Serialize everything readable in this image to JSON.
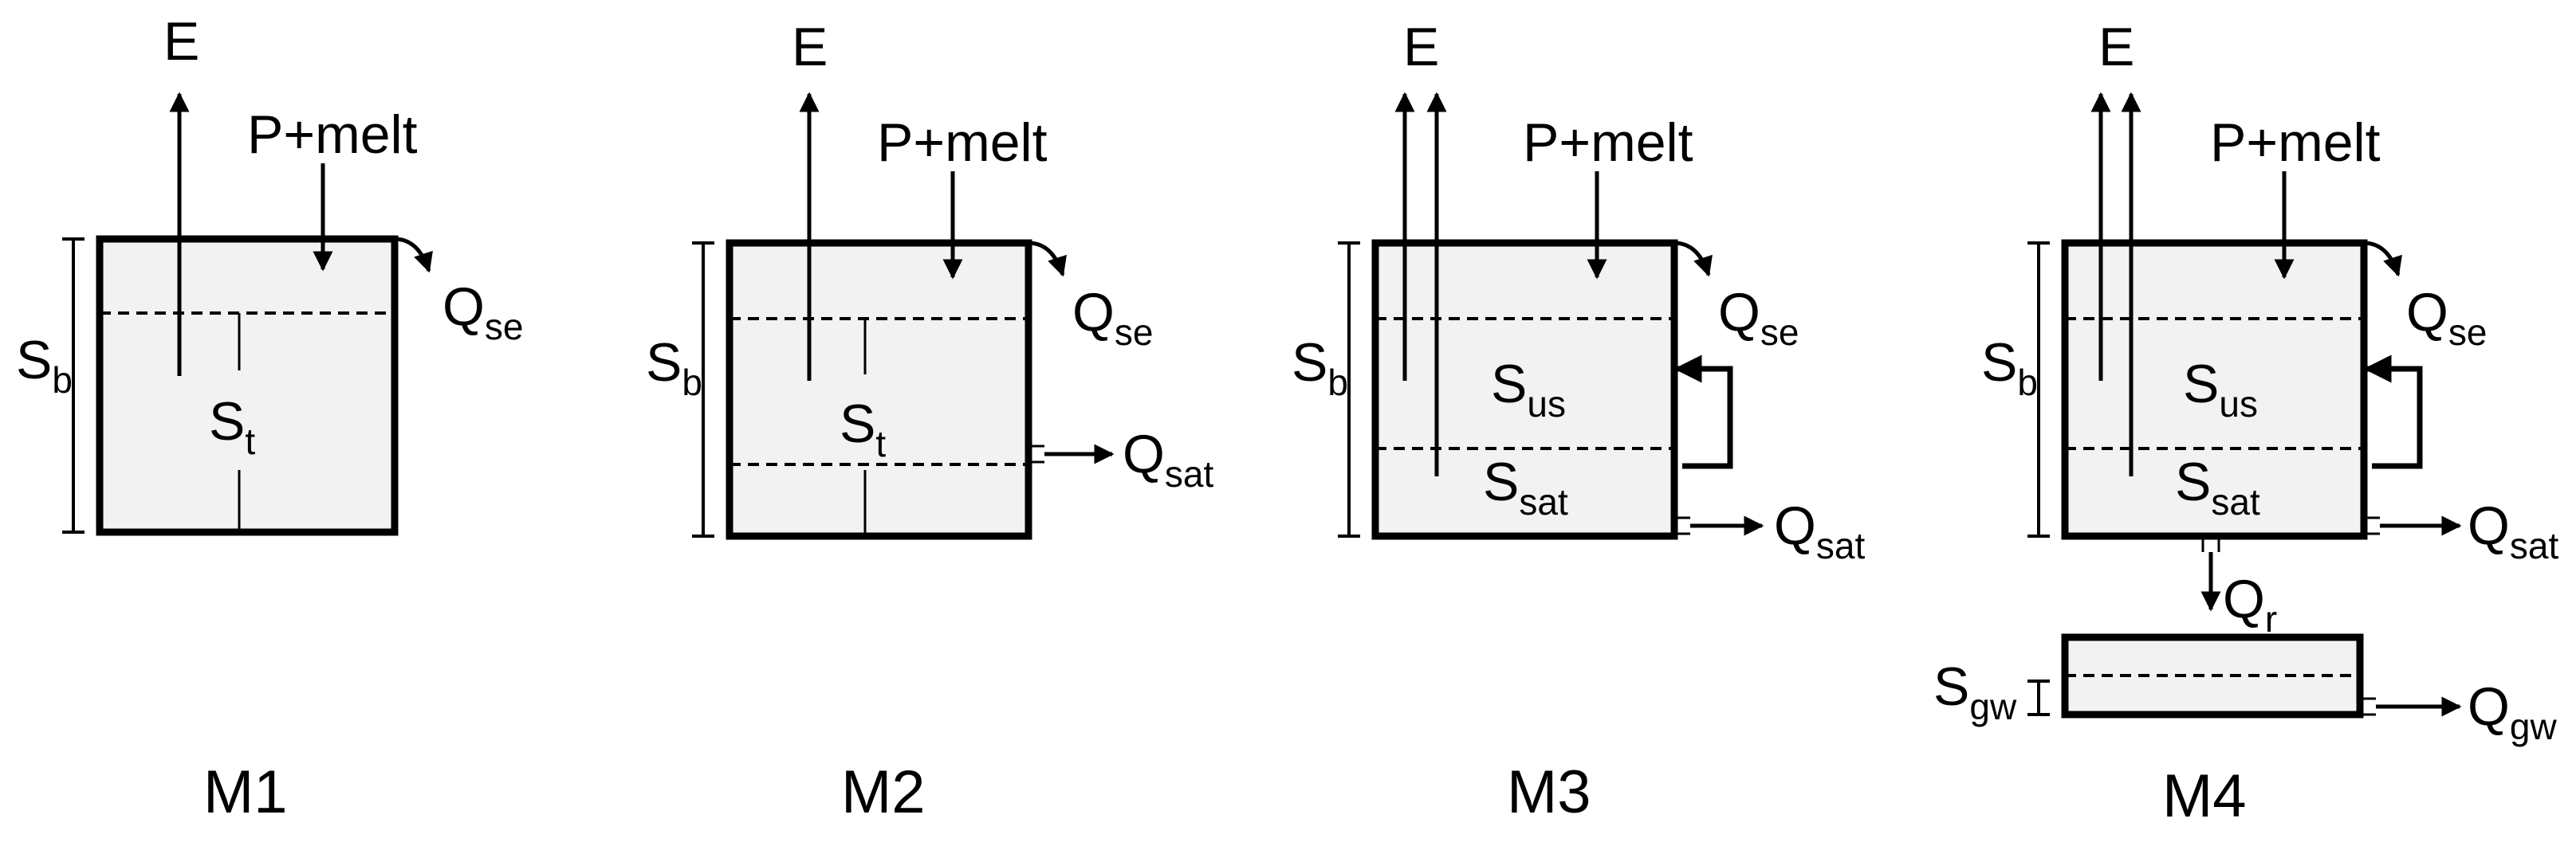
{
  "labels": {
    "evaporation": "E",
    "precip_melt": "P+melt",
    "bucket_storage": "S",
    "bucket_storage_sub": "b",
    "surface_excess_flow": "Q",
    "surface_excess_flow_sub": "se",
    "saturated_flow": "Q",
    "saturated_flow_sub": "sat",
    "recharge": "Q",
    "recharge_sub": "r",
    "groundwater_flow": "Q",
    "groundwater_flow_sub": "gw",
    "total_storage": "S",
    "total_storage_sub": "t",
    "unsaturated_storage": "S",
    "unsaturated_storage_sub": "us",
    "saturated_storage": "S",
    "saturated_storage_sub": "sat",
    "groundwater_storage": "S",
    "groundwater_storage_sub": "gw"
  },
  "models": [
    {
      "name": "M1"
    },
    {
      "name": "M2"
    },
    {
      "name": "M3"
    },
    {
      "name": "M4"
    }
  ],
  "colors": {
    "store_fill": "#f2f2f2",
    "stroke": "#000000"
  }
}
